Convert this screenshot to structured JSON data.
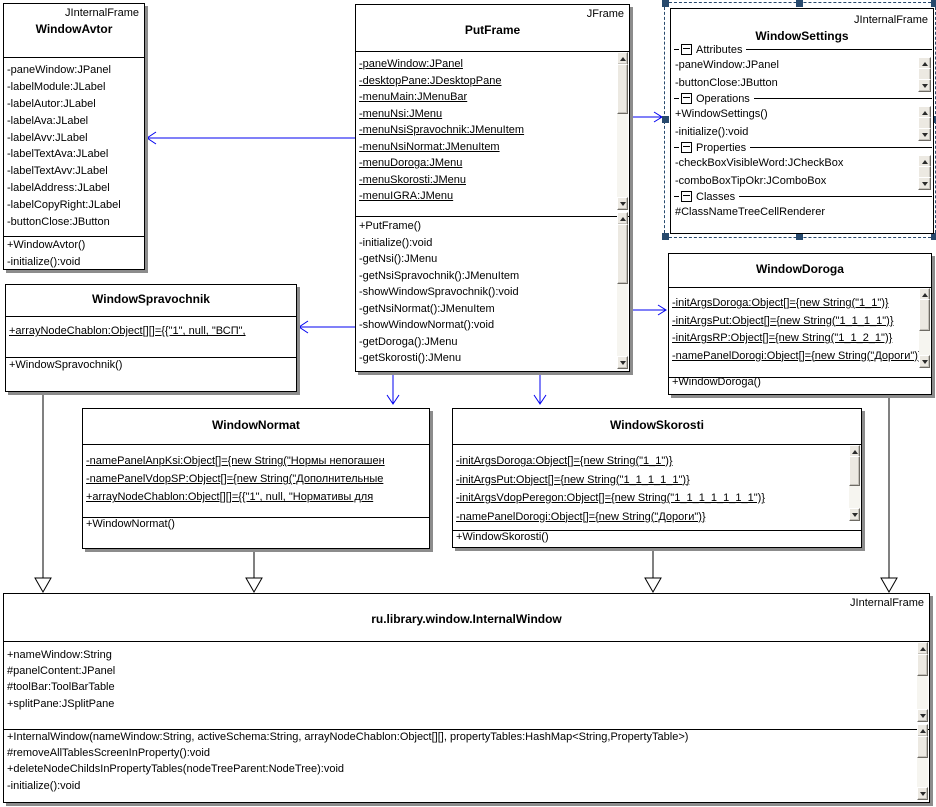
{
  "colors": {
    "connector_blue": "#0000f0",
    "selection_navy": "#27496d",
    "shadow_gray": "#8c8c8c"
  },
  "classes": {
    "window_avtor": {
      "stereotype": "JInternalFrame",
      "name": "WindowAvtor",
      "attributes": [
        "-paneWindow:JPanel",
        "-labelModule:JLabel",
        "-labelAutor:JLabel",
        "-labelAva:JLabel",
        "-labelAvv:JLabel",
        "-labelTextAva:JLabel",
        "-labelTextAvv:JLabel",
        "-labelAddress:JLabel",
        "-labelCopyRight:JLabel",
        "-buttonClose:JButton"
      ],
      "methods": [
        "+WindowAvtor()",
        "-initialize():void"
      ]
    },
    "put_frame": {
      "stereotype": "JFrame",
      "name": "PutFrame",
      "attributes": [
        "-paneWindow:JPanel",
        "-desktopPane:JDesktopPane",
        "-menuMain:JMenuBar",
        "-menuNsi:JMenu",
        "-menuNsiSpravochnik:JMenuItem",
        "-menuNsiNormat:JMenuItem",
        "-menuDoroga:JMenu",
        "-menuSkorosti:JMenu",
        "-menuIGRA:JMenu"
      ],
      "methods": [
        "+PutFrame()",
        "-initialize():void",
        "-getNsi():JMenu",
        "-getNsiSpravochnik():JMenuItem",
        "-showWindowSpravochnik():void",
        "-getNsiNormat():JMenuItem",
        "-showWindowNormat():void",
        "-getDoroga():JMenu",
        "-getSkorosti():JMenu"
      ]
    },
    "window_settings": {
      "stereotype": "JInternalFrame",
      "name": "WindowSettings",
      "sections": [
        {
          "label": "Attributes",
          "items": [
            "-paneWindow:JPanel",
            "-buttonClose:JButton"
          ]
        },
        {
          "label": "Operations",
          "items": [
            "+WindowSettings()",
            "-initialize():void"
          ]
        },
        {
          "label": "Properties",
          "items": [
            "-checkBoxVisibleWord:JCheckBox",
            "-comboBoxTipOkr:JComboBox"
          ]
        },
        {
          "label": "Classes",
          "items": [
            "#ClassNameTreeCellRenderer"
          ]
        }
      ]
    },
    "window_doroga": {
      "name": "WindowDoroga",
      "attributes": [
        "-initArgsDoroga:Object[]={new String(\"1_1\")}",
        "-initArgsPut:Object[]={new String(\"1_1_1_1\")}",
        "-initArgsRP:Object[]={new String(\"1_1_2_1\")}",
        "-namePanelDorogi:Object[]={new String(\"Дороги\")}"
      ],
      "methods": [
        "+WindowDoroga()"
      ]
    },
    "window_spravochnik": {
      "name": "WindowSpravochnik",
      "attributes": [
        "+arrayNodeChablon:Object[][]={{\"1\", null, \"ВСП\","
      ],
      "methods": [
        "+WindowSpravochnik()"
      ]
    },
    "window_normat": {
      "name": "WindowNormat",
      "attributes": [
        "-namePanelAnpKsi:Object[]={new String(\"Нормы непогашен",
        "-namePanelVdopSP:Object[]={new String(\"Дополнительные",
        "+arrayNodeChablon:Object[][]={{\"1\", null, \"Нормативы для"
      ],
      "methods": [
        "+WindowNormat()"
      ]
    },
    "window_skorosti": {
      "name": "WindowSkorosti",
      "attributes": [
        "-initArgsDoroga:Object[]={new String(\"1_1\")}",
        "-initArgsPut:Object[]={new String(\"1_1_1_1_1\")}",
        "-initArgsVdopPeregon:Object[]={new String(\"1_1_1_1_1_1_1\")}",
        "-namePanelDorogi:Object[]={new String(\"Дороги\")}"
      ],
      "methods": [
        "+WindowSkorosti()"
      ]
    },
    "internal_window": {
      "stereotype": "JInternalFrame",
      "name": "ru.library.window.InternalWindow",
      "attributes": [
        "+nameWindow:String",
        "#panelContent:JPanel",
        "#toolBar:ToolBarTable",
        "+splitPane:JSplitPane"
      ],
      "methods": [
        "+InternalWindow(nameWindow:String, activeSchema:String, arrayNodeChablon:Object[][], propertyTables:HashMap<String,PropertyTable>)",
        "#removeAllTablesScreenInProperty():void",
        "+deleteNodeChildsInPropertyTables(nodeTreeParent:NodeTree):void",
        "-initialize():void"
      ]
    }
  }
}
